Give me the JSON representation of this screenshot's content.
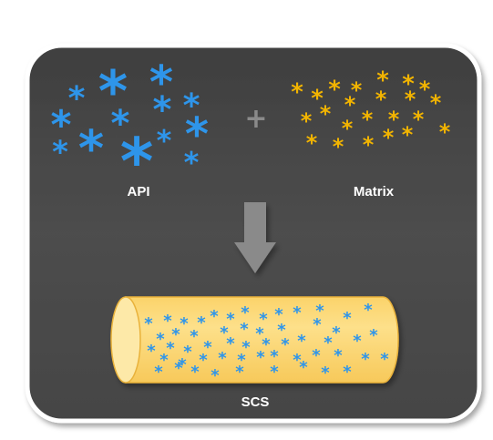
{
  "labels": {
    "api": "API",
    "matrix": "Matrix",
    "scs": "SCS"
  },
  "operator": "+",
  "colors": {
    "panel": "#4a4a4a",
    "panel_border": "#ffffff",
    "api_asterisk": "#2e95ea",
    "matrix_asterisk": "#f2b400",
    "arrow": "#8a8a8a",
    "cylinder_fill": "#fcd86c",
    "cylinder_cap": "#fde9a8",
    "label_text": "#ffffff"
  },
  "icons": {
    "api_particles": "asterisk-icon",
    "matrix_particles": "asterisk-icon",
    "process_arrow": "down-arrow-icon",
    "scs_body": "cylinder-icon"
  }
}
